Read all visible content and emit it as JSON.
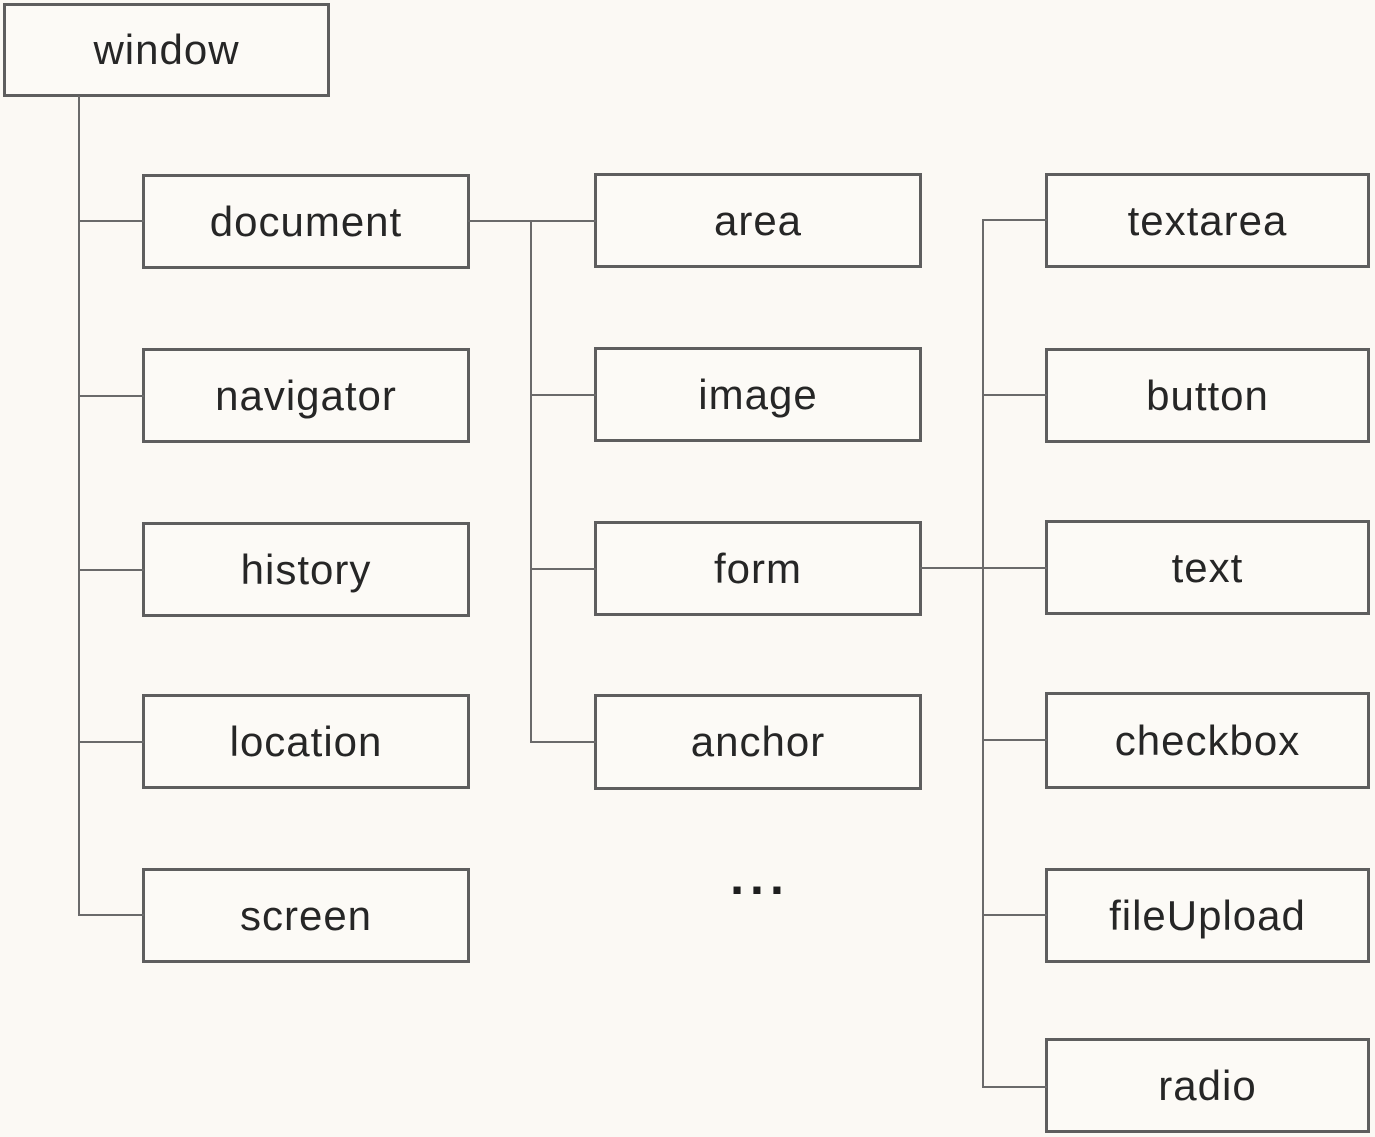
{
  "nodes": {
    "window": "window",
    "document": "document",
    "navigator": "navigator",
    "history": "history",
    "location": "location",
    "screen": "screen",
    "area": "area",
    "image": "image",
    "form": "form",
    "anchor": "anchor",
    "textarea": "textarea",
    "button": "button",
    "text": "text",
    "checkbox": "checkbox",
    "fileUpload": "fileUpload",
    "radio": "radio"
  },
  "ellipsis": "...",
  "hierarchy": {
    "window": [
      "document",
      "navigator",
      "history",
      "location",
      "screen"
    ],
    "document": [
      "area",
      "image",
      "form",
      "anchor",
      "..."
    ],
    "form": [
      "textarea",
      "button",
      "text",
      "checkbox",
      "fileUpload",
      "radio"
    ]
  },
  "colors": {
    "background": "#fbf9f4",
    "box_fill": "#fcfaf6",
    "box_border": "#5e5e5e",
    "line": "#6a6a6a",
    "text": "#262626"
  }
}
